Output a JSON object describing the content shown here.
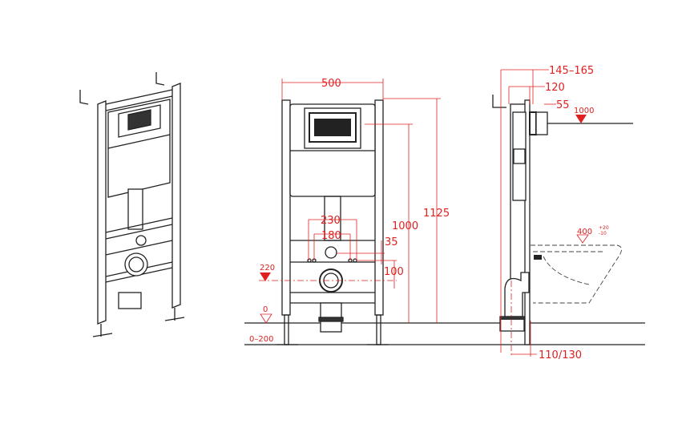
{
  "title": "Wall-hung WC installation frame dimensional drawing",
  "colors": {
    "dimension": "#e02020",
    "outline": "#222222"
  },
  "front_view": {
    "width_label": "500",
    "height_total_label": "1125",
    "height_frame_label": "1000",
    "bolt_outer_label": "230",
    "bolt_inner_label": "180",
    "offset_label": "35",
    "spacing_label": "100",
    "drain_level_label": "220",
    "floor_level_label": "0",
    "leg_adjust_label": "0–200"
  },
  "side_view": {
    "depth_range_label": "145–165",
    "depth_label": "120",
    "flush_offset_label": "55",
    "flush_height_label": "1000",
    "seat_height_label": "400",
    "seat_tolerance_plus": "+20",
    "seat_tolerance_minus": "-10",
    "drain_offset_label": "110/130"
  }
}
